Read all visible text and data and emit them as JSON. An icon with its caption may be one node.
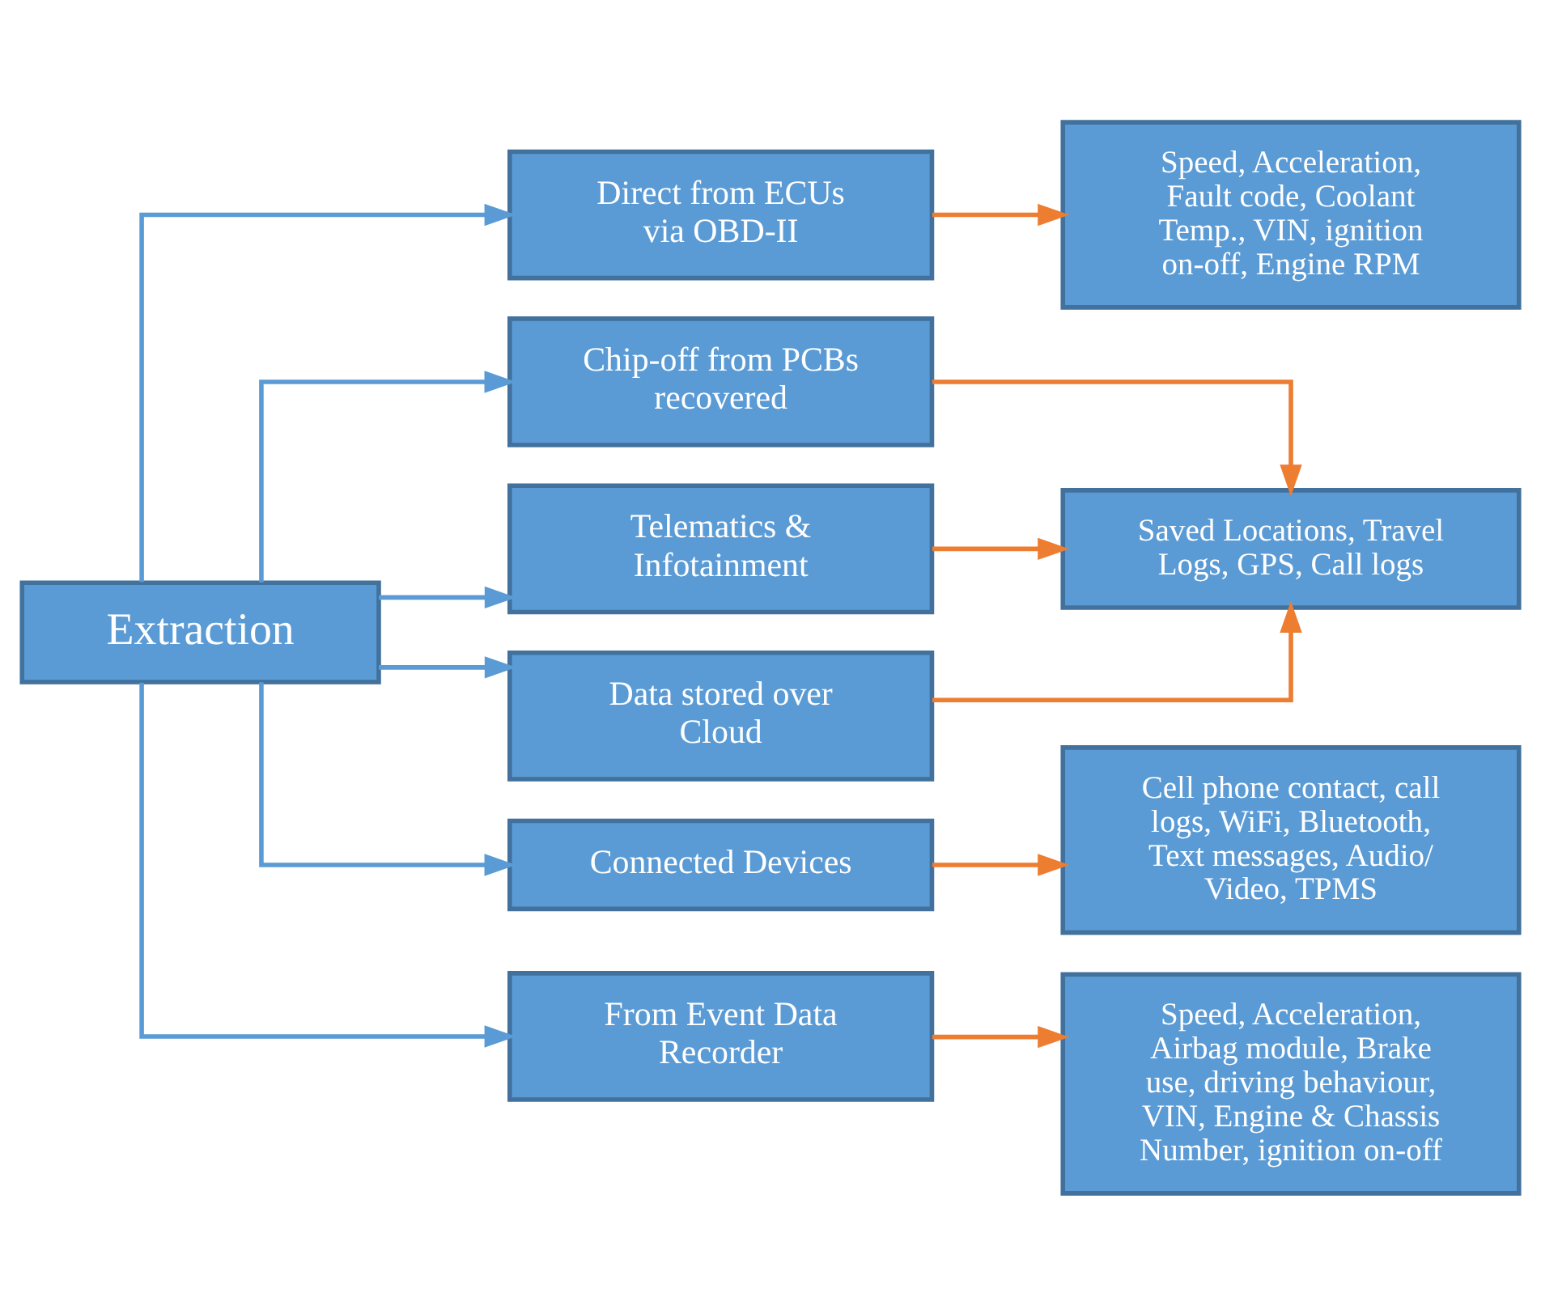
{
  "diagram": {
    "nodes": [
      {
        "text": [
          "Extraction"
        ]
      },
      {
        "text": [
          "Direct from ECUs via OBD-II"
        ]
      },
      {
        "text": [
          "Chip-off from PCBs recovered"
        ]
      },
      {
        "text": [
          "Telematics & Infotainment"
        ]
      },
      {
        "text": [
          "Connected Devices"
        ]
      },
      {
        "text": [
          "From Event Data Recorder"
        ]
      },
      {
        "text": [
          "Data stored over Cloud"
        ]
      },
      {
        "text": [
          "Speed, Acceleration, Fault code, Coolant Temp., VIN, ignition on-off, Engine RPM"
        ]
      },
      {
        "text": [
          "Saved Locations, Travel Logs, GPS, Call logs"
        ]
      },
      {
        "text": [
          "Cell phone contact, call logs, WiFi, Bluetooth, Text messages, Audio/ Video, TPMS"
        ]
      },
      {
        "text": [
          "Speed, Acceleration, Airbag module, Brake use, driving behaviour, VIN, Engine & Chassis Number, ignition on-off"
        ]
      }
    ],
    "edges": [
      {
        "from": 0,
        "to": 1,
        "arrow": "to",
        "color": "#5b9bd5"
      },
      {
        "from": 0,
        "to": 2,
        "arrow": "to",
        "color": "#5b9bd5"
      },
      {
        "from": 0,
        "to": 3,
        "arrow": "to",
        "color": "#5b9bd5"
      },
      {
        "from": 0,
        "to": 4,
        "arrow": "to",
        "color": "#5b9bd5"
      },
      {
        "from": 0,
        "to": 5,
        "arrow": "to",
        "color": "#5b9bd5"
      },
      {
        "from": 0,
        "to": 6,
        "arrow": "to",
        "color": "#5b9bd5"
      },
      {
        "from": 1,
        "to": 7,
        "arrow": "to",
        "color": "#ed7d31"
      },
      {
        "from": 2,
        "to": 8,
        "arrow": "to",
        "color": "#ed7d31"
      },
      {
        "from": 3,
        "to": 8,
        "arrow": "to",
        "color": "#ed7d31"
      },
      {
        "from": 6,
        "to": 8,
        "arrow": "to",
        "color": "#ed7d31"
      },
      {
        "from": 4,
        "to": 9,
        "arrow": "to",
        "color": "#ed7d31"
      },
      {
        "from": 5,
        "to": 10,
        "arrow": "to",
        "color": "#ed7d31"
      }
    ]
  }
}
